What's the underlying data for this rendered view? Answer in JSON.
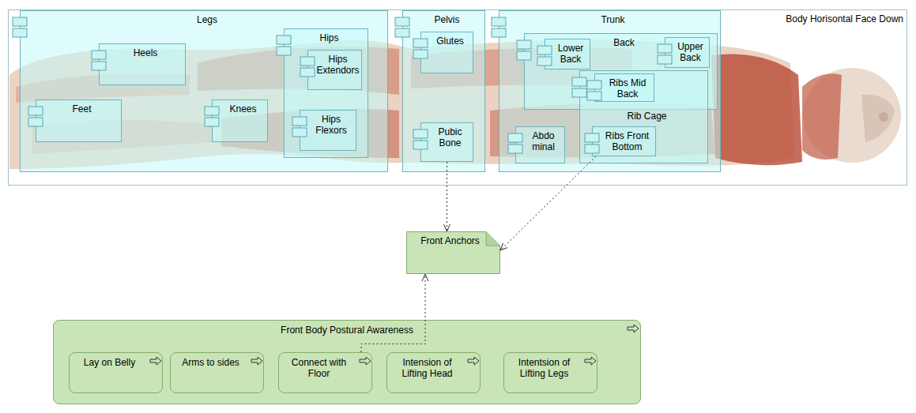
{
  "diagram": {
    "nodes": [
      {
        "text": [
          "Body Horisontal Face Down"
        ]
      },
      {
        "text": [
          "Legs"
        ],
        "in": 0
      },
      {
        "text": [
          "Heels"
        ],
        "in": 1
      },
      {
        "text": [
          "Feet"
        ],
        "in": 1
      },
      {
        "text": [
          "Knees"
        ],
        "in": 1
      },
      {
        "text": [
          "Hips"
        ],
        "in": 1
      },
      {
        "text": [
          "Hips Extendors"
        ],
        "in": 5
      },
      {
        "text": [
          "Hips Flexors"
        ],
        "in": 5
      },
      {
        "text": [
          "Pelvis"
        ],
        "in": 0
      },
      {
        "text": [
          "Glutes"
        ],
        "in": 8
      },
      {
        "text": [
          "Pubic Bone"
        ],
        "in": 8
      },
      {
        "text": [
          "Trunk"
        ],
        "in": 0
      },
      {
        "text": [
          "Back"
        ],
        "in": 11
      },
      {
        "text": [
          "Lower Back"
        ],
        "in": 12
      },
      {
        "text": [
          "Upper Back"
        ],
        "in": 12
      },
      {
        "text": [
          "Rib Cage"
        ],
        "in": 11
      },
      {
        "text": [
          "Ribs Mid Back"
        ],
        "in": 15
      },
      {
        "text": [
          "Abdo minal"
        ],
        "in": 11
      },
      {
        "text": [
          "Ribs Front Bottom"
        ],
        "in": 15
      },
      {
        "text": [
          "Front Anchors"
        ]
      },
      {
        "text": [
          "Front Body Postural Awareness"
        ]
      },
      {
        "text": [
          "Lay on Belly"
        ],
        "in": 20
      },
      {
        "text": [
          "Arms to sides"
        ],
        "in": 20
      },
      {
        "text": [
          "Connect with Floor"
        ],
        "in": 20
      },
      {
        "text": [
          "Intension of Lifting Head"
        ],
        "in": 20
      },
      {
        "text": [
          "Intentsion of Lifting Legs"
        ],
        "in": 20
      }
    ],
    "edges": [
      {
        "from": 10,
        "to": 19,
        "arrow": "to"
      },
      {
        "from": 18,
        "to": 19,
        "arrow": "to"
      },
      {
        "from": 23,
        "to": 19,
        "arrow": "to"
      }
    ]
  }
}
